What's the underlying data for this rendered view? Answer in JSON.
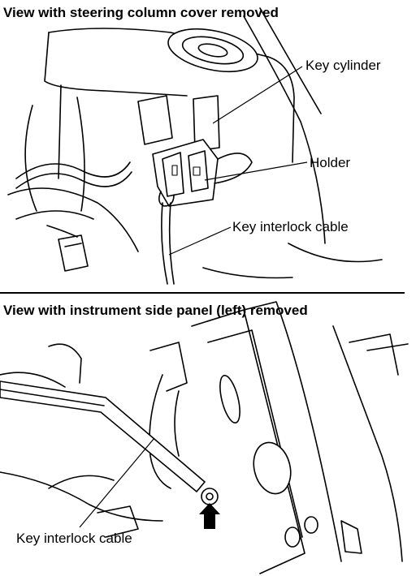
{
  "top_view": {
    "heading": "View with steering column cover removed",
    "callouts": {
      "key_cylinder": "Key cylinder",
      "holder": "Holder",
      "cable": "Key interlock cable"
    }
  },
  "bottom_view": {
    "heading": "View with instrument side panel (left) removed",
    "callouts": {
      "cable": "Key interlock cable"
    }
  }
}
